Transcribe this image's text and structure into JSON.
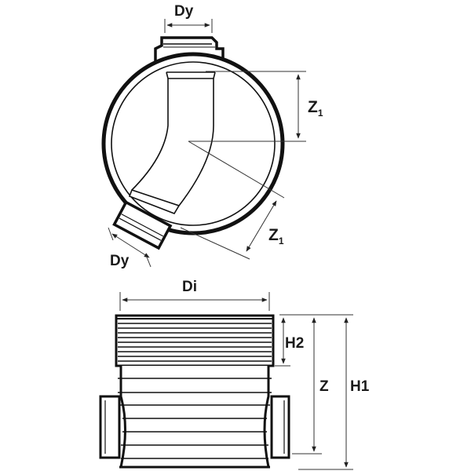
{
  "diagram": {
    "type": "technical drawing",
    "subject": "inspection chamber base with angled inlet",
    "top_view": {
      "labels": {
        "dy_top": "Dy",
        "z1_vertical": "Z",
        "z1_vertical_sub": "1",
        "z1_angled": "Z",
        "z1_angled_sub": "1",
        "dy_angled": "Dy"
      }
    },
    "side_view": {
      "labels": {
        "di": "Di",
        "h2": "H2",
        "z": "Z",
        "h1": "H1"
      }
    }
  }
}
